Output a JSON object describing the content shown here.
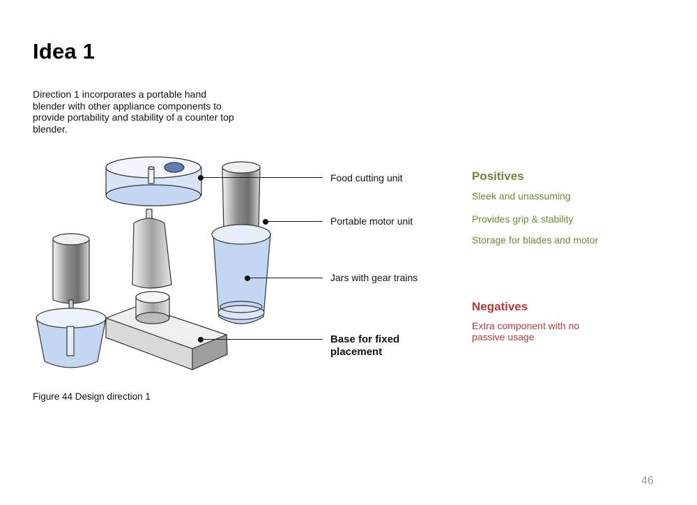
{
  "page": {
    "title": "Idea 1",
    "intro": "Direction 1 incorporates a portable hand blender with other appliance components to provide portability and stability of a counter top blender.",
    "figure_caption": "Figure 44 Design direction 1",
    "page_number": "46"
  },
  "callouts": [
    {
      "label": "Food cutting unit",
      "bold": false
    },
    {
      "label": "Portable motor unit",
      "bold": false
    },
    {
      "label": "Jars with gear trains",
      "bold": false
    },
    {
      "label": "Base for fixed placement",
      "bold": true
    }
  ],
  "positives": {
    "heading": "Positives",
    "items": [
      "Sleek and unassuming",
      "Provides grip & stability",
      "Storage for blades and motor"
    ]
  },
  "negatives": {
    "heading": "Negatives",
    "items": [
      "Extra component with no passive usage"
    ]
  },
  "colors": {
    "positive": "#6a8a2e",
    "negative": "#b63a35",
    "sketch_blue": "#c3d6f2"
  }
}
